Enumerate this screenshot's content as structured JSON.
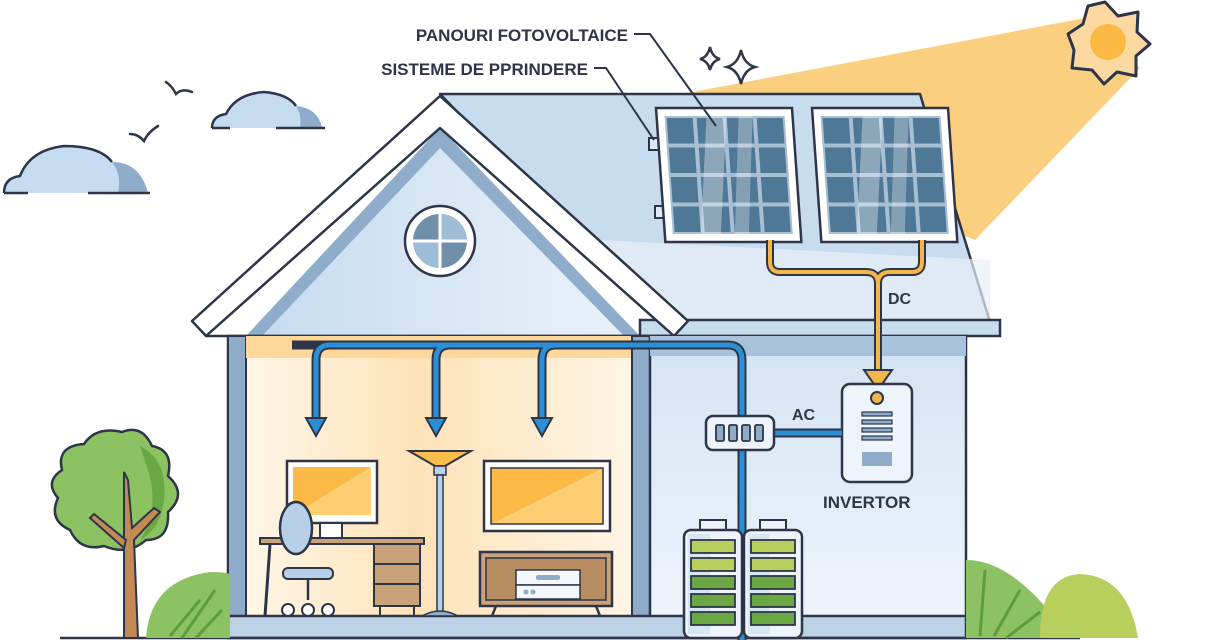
{
  "labels": {
    "pv_panels": "PANOURI FOTOVOLTAICE",
    "mounting": "SISTEME DE PPRINDERE",
    "dc": "DC",
    "ac": "AC",
    "inverter": "INVERTOR"
  },
  "components": {
    "solar_panels": {
      "count": 2,
      "cell_rows": 4,
      "cell_cols": 4
    },
    "batteries": {
      "count": 2,
      "cells_each": 5
    },
    "distribution_box": {
      "switches": 4
    },
    "outlets_arrows": 3
  },
  "colors": {
    "outline": "#2e3548",
    "sky_sunbeam": "#f9c86a",
    "sun_core": "#fbb843",
    "roof": "#c8dcef",
    "wall": "#dce9f6",
    "dc_wire": "#f4b54a",
    "ac_wire": "#2a8fd6",
    "panel_cell": "#4f7896",
    "battery_green": "#6aa843",
    "battery_light": "#b8cf5e",
    "tree_green": "#7cb955",
    "trunk": "#c48a55",
    "furniture_wood": "#c9a27a",
    "screen": "#fcbd4c"
  }
}
